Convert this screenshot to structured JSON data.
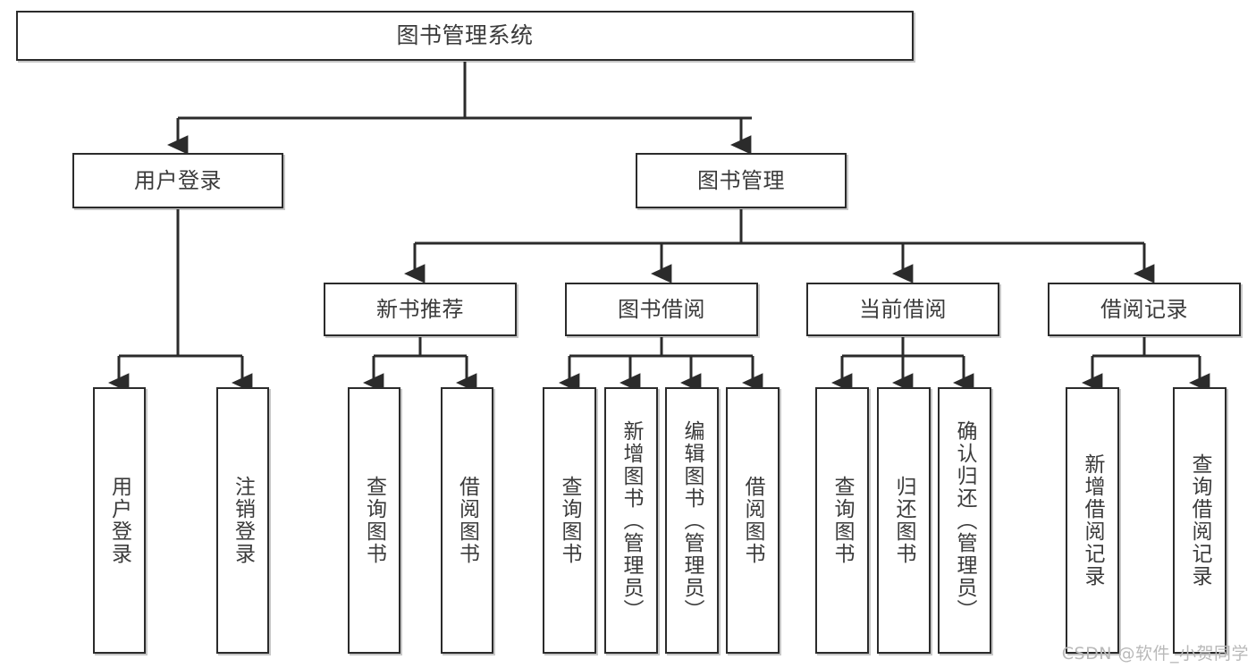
{
  "diagram": {
    "title": "图书管理系统",
    "type": "tree-hierarchy",
    "colors": {
      "box_border": "#2b2b2b",
      "box_fill": "#ffffff",
      "edge": "#2b2b2b",
      "text": "#3b3b3b",
      "watermark": "#b9b9b9"
    },
    "root": {
      "label": "图书管理系统"
    },
    "level2": [
      {
        "label": "用户登录"
      },
      {
        "label": "图书管理"
      }
    ],
    "level3": [
      {
        "label": "新书推荐"
      },
      {
        "label": "图书借阅"
      },
      {
        "label": "当前借阅"
      },
      {
        "label": "借阅记录"
      }
    ],
    "leaves": {
      "user_login": [
        {
          "label": "用户登录"
        },
        {
          "label": "注销登录"
        }
      ],
      "new_book_recommend": [
        {
          "label": "查询图书"
        },
        {
          "label": "借阅图书"
        }
      ],
      "book_borrow": [
        {
          "label": "查询图书"
        },
        {
          "label": "新增图书（管理员）"
        },
        {
          "label": "编辑图书（管理员）"
        },
        {
          "label": "借阅图书"
        }
      ],
      "current_borrow": [
        {
          "label": "查询图书"
        },
        {
          "label": "归还图书"
        },
        {
          "label": "确认归还（管理员）"
        }
      ],
      "borrow_record": [
        {
          "label": "新增借阅记录"
        },
        {
          "label": "查询借阅记录"
        }
      ]
    }
  },
  "watermark": {
    "text": "CSDN @软件_小贺同学"
  }
}
